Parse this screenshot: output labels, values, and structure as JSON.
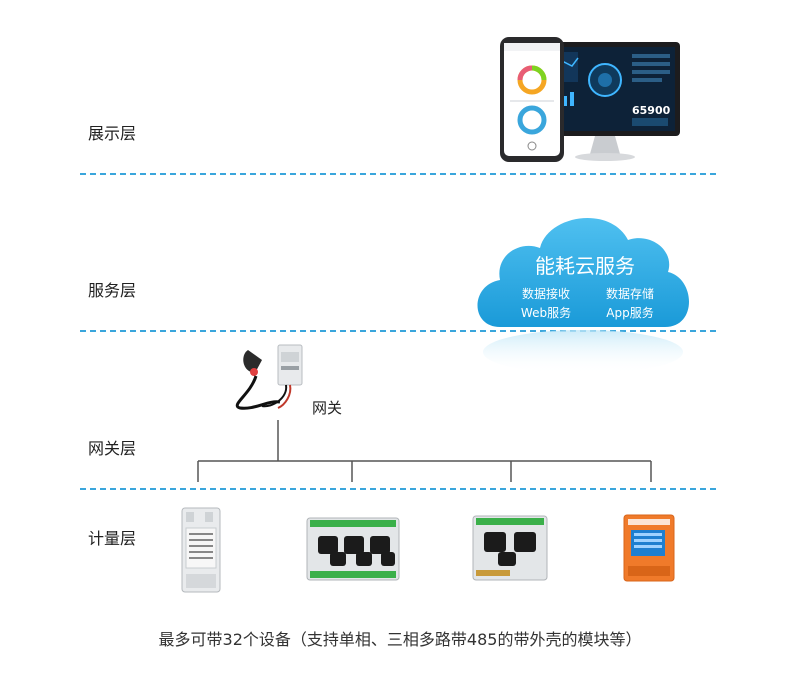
{
  "layers": {
    "display": "展示层",
    "service": "服务层",
    "gateway": "网关层",
    "metering": "计量层"
  },
  "cloud": {
    "title": "能耗云服务",
    "items": [
      "数据接收",
      "数据存储",
      "Web服务",
      "App服务"
    ]
  },
  "gateway_label": "网关",
  "monitor_value": "65900",
  "caption": "最多可带32个设备（支持单相、三相多路带485的带外壳的模块等）",
  "colors": {
    "divider": "#3aa6dc",
    "cloud": "#29a9e0",
    "meter_orange": "#f07a2a"
  }
}
